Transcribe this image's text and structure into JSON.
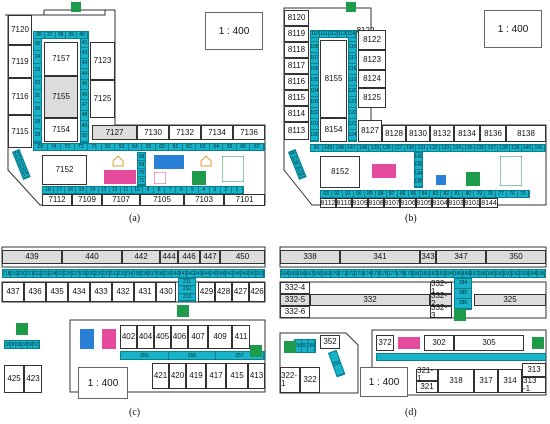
{
  "scale": "1 : 400",
  "captions": [
    "(a)",
    "(b)",
    "(c)",
    "(d)"
  ],
  "a": {
    "rooms": [
      "7120",
      "7119",
      "7116",
      "7115",
      "7157",
      "7155",
      "7154",
      "7123",
      "7125",
      "7127",
      "7130",
      "7132",
      "7134",
      "7136",
      "7152",
      "7112",
      "7109",
      "7107",
      "7105",
      "7103",
      "7101"
    ],
    "top_cells": [
      "36",
      "37",
      "38",
      "39",
      "40"
    ],
    "right_cells": [
      "41",
      "42",
      "43",
      "44",
      "45",
      "46",
      "47",
      "48",
      "49",
      "50"
    ],
    "left_cells": [
      "35",
      "34",
      "33",
      "32",
      "31",
      "30",
      "29",
      "28"
    ],
    "bottom_cells": [
      "29",
      "74",
      "73",
      "72",
      "71",
      "52",
      "53",
      "54",
      "55",
      "60",
      "61",
      "62",
      "63",
      "64",
      "65",
      "66",
      "67"
    ],
    "low_cells": [
      "18",
      "17",
      "16",
      "15",
      "14",
      "13",
      "12",
      "11",
      "10",
      "9",
      "8",
      "7",
      "6",
      "5",
      "4",
      "3",
      "2",
      "1"
    ],
    "mid_cells": [
      "68",
      "69",
      "70",
      "71"
    ],
    "diag_cells": [
      "24",
      "23",
      "22",
      "21",
      "20",
      "19"
    ]
  },
  "b": {
    "rooms": [
      "8120",
      "8119",
      "8118",
      "8117",
      "8116",
      "8115",
      "8114",
      "8113",
      "8155",
      "8154",
      "8122",
      "8123",
      "8124",
      "8125",
      "8127",
      "8128",
      "8130",
      "8132",
      "8134",
      "8136",
      "8138",
      "8152",
      "8112",
      "8110",
      "8109",
      "8108",
      "8107",
      "8106",
      "8105",
      "8104",
      "8103",
      "8101",
      "8144"
    ],
    "top_cells": [
      "110",
      "111",
      "112",
      "113",
      "114"
    ],
    "right_cells": [
      "115",
      "116",
      "117",
      "118",
      "119",
      "120",
      "121",
      "122",
      "123",
      "124"
    ],
    "left_cells": [
      "109",
      "108",
      "107",
      "106",
      "105",
      "104",
      "103",
      "102",
      "101",
      "100"
    ],
    "bottom_cells": [
      "99",
      "149",
      "148",
      "147",
      "146",
      "129",
      "128",
      "127",
      "130",
      "131",
      "132",
      "133",
      "134",
      "135",
      "136",
      "137",
      "138",
      "139",
      "140",
      "141"
    ],
    "low_cells": [
      "93",
      "92",
      "91",
      "90",
      "89",
      "88",
      "87",
      "86",
      "85",
      "84",
      "83",
      "82",
      "81",
      "80",
      "79",
      "78",
      "77",
      "76",
      "75"
    ],
    "mid_cells": [
      "142",
      "143",
      "144",
      "145"
    ],
    "diag_cells": [
      "98",
      "97",
      "96",
      "95",
      "94"
    ]
  },
  "c": {
    "top_rooms": [
      "439",
      "440",
      "442",
      "444",
      "446",
      "447",
      "450"
    ],
    "mid_rooms": [
      "437",
      "436",
      "435",
      "434",
      "433",
      "432",
      "431",
      "430",
      "429",
      "428",
      "427",
      "426"
    ],
    "right_rooms": [
      "402",
      "404",
      "405",
      "406",
      "407",
      "409",
      "411"
    ],
    "lower_rooms": [
      "421",
      "420",
      "419",
      "417",
      "415",
      "413"
    ],
    "left_rooms": [
      "425",
      "423"
    ],
    "corridor_cells": [
      "218",
      "219",
      "220",
      "221",
      "222",
      "223",
      "224",
      "225",
      "226",
      "227",
      "228",
      "229",
      "230",
      "231",
      "232",
      "233",
      "234",
      "235",
      "236",
      "237",
      "238",
      "239",
      "240",
      "241",
      "242",
      "243",
      "244",
      "245",
      "246",
      "247",
      "248",
      "249",
      "250",
      "251"
    ],
    "left_cells": [
      "196",
      "197",
      "198",
      "199",
      "200",
      "201"
    ],
    "small_cells": [
      "255",
      "256",
      "257"
    ],
    "stub_cells": [
      "211",
      "212",
      "213"
    ]
  },
  "d": {
    "top_rooms": [
      "338",
      "341",
      "343",
      "347",
      "350"
    ],
    "mid_rooms": [
      "332-4",
      "332-5",
      "332-6",
      "332",
      "332-1",
      "332-2",
      "332-3",
      "325"
    ],
    "small_rooms": [
      "352",
      "322-1",
      "322",
      "372",
      "302",
      "305",
      "321-1",
      "321",
      "318",
      "317",
      "314",
      "313",
      "313 -1"
    ],
    "corridor_cells": [
      "164",
      "165",
      "166",
      "167",
      "168",
      "169",
      "170",
      "171",
      "172",
      "173",
      "174",
      "175",
      "176",
      "177",
      "178",
      "179",
      "180",
      "181",
      "182",
      "183",
      "184",
      "185",
      "186",
      "187",
      "188",
      "189",
      "190",
      "191",
      "192",
      "193",
      "194",
      "195"
    ],
    "stub_cells": [
      "284",
      "285",
      "286"
    ],
    "left_cells": [
      "256",
      "257",
      "258"
    ],
    "right_cells": [
      "259"
    ]
  },
  "colors": {
    "corridor": "#16b3c9",
    "room_grey": "#dcdcdc",
    "male": "#2a7fd6",
    "female": "#e44b9c",
    "exit": "#1d9a4a",
    "service": "#e0a23a"
  }
}
